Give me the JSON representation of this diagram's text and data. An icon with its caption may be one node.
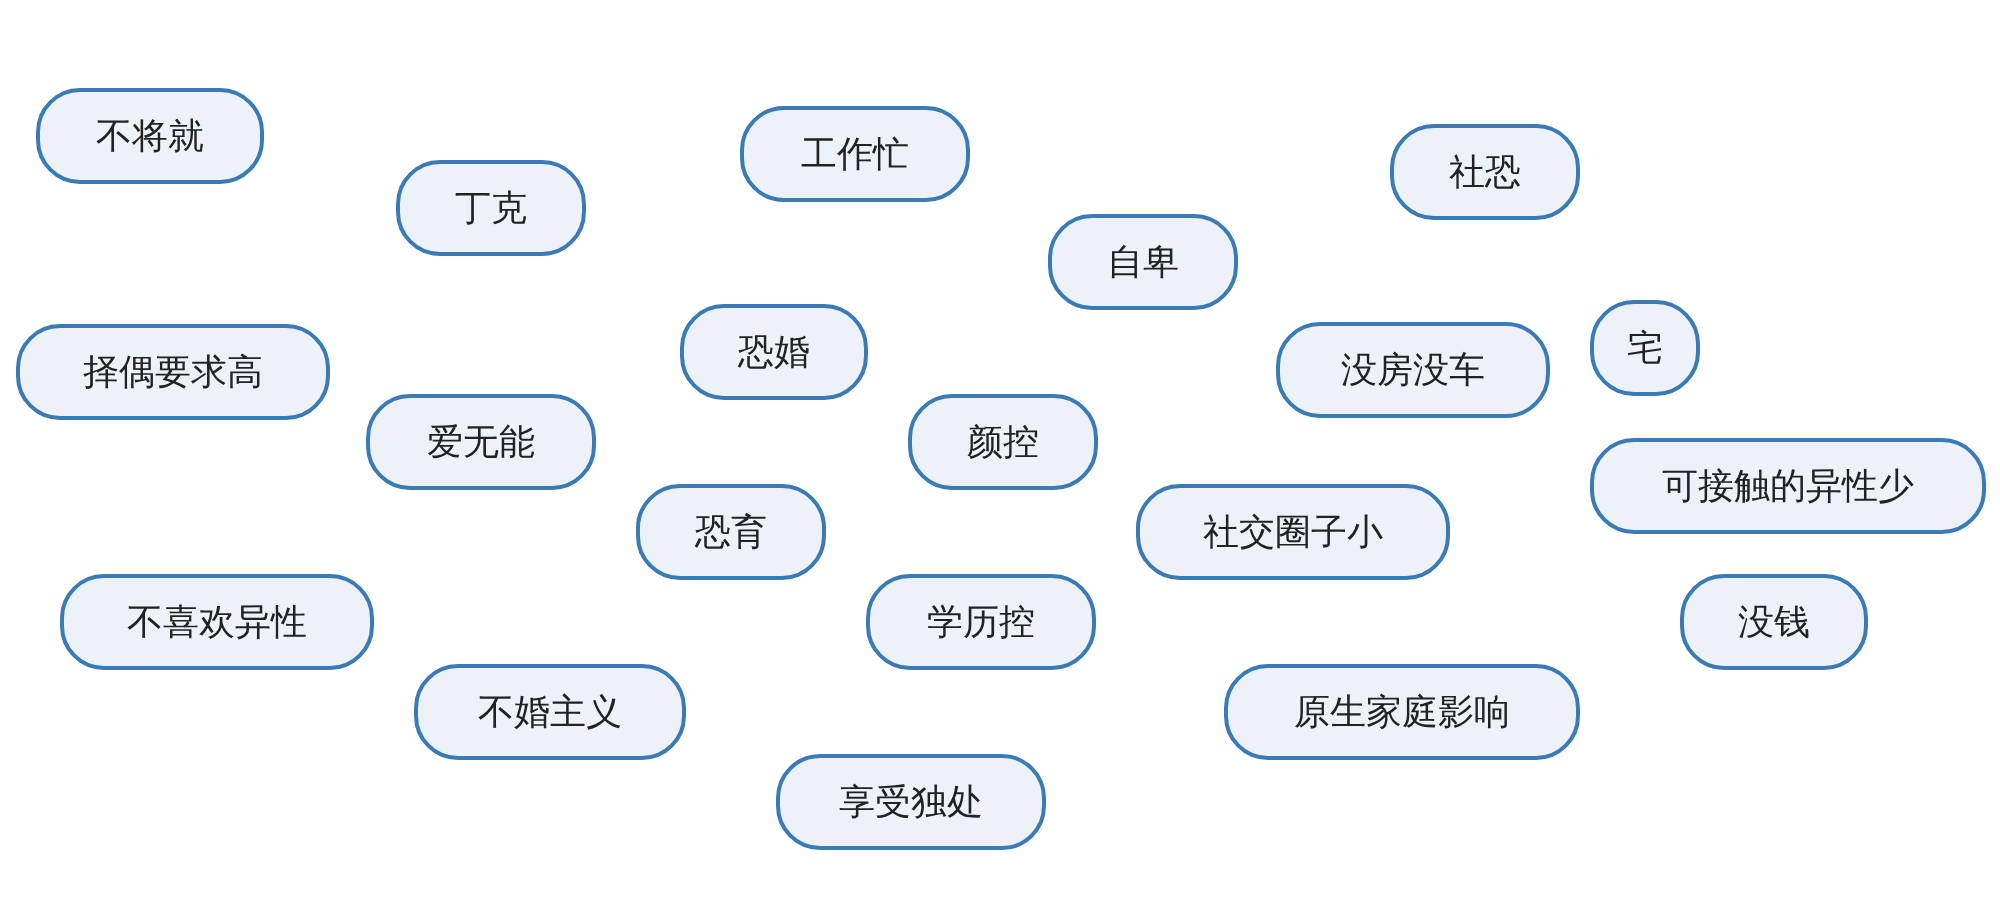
{
  "diagram": {
    "nodes": [
      {
        "text": [
          "不将就"
        ]
      },
      {
        "text": [
          "工作忙"
        ]
      },
      {
        "text": [
          "社恐"
        ]
      },
      {
        "text": [
          "丁克"
        ]
      },
      {
        "text": [
          "自卑"
        ]
      },
      {
        "text": [
          "恐婚"
        ]
      },
      {
        "text": [
          "宅"
        ]
      },
      {
        "text": [
          "择偶要求高"
        ]
      },
      {
        "text": [
          "没房没车"
        ]
      },
      {
        "text": [
          "爱无能"
        ]
      },
      {
        "text": [
          "颜控"
        ]
      },
      {
        "text": [
          "可接触的异性少"
        ]
      },
      {
        "text": [
          "恐育"
        ]
      },
      {
        "text": [
          "社交圈子小"
        ]
      },
      {
        "text": [
          "不喜欢异性"
        ]
      },
      {
        "text": [
          "学历控"
        ]
      },
      {
        "text": [
          "没钱"
        ]
      },
      {
        "text": [
          "不婚主义"
        ]
      },
      {
        "text": [
          "原生家庭影响"
        ]
      },
      {
        "text": [
          "享受独处"
        ]
      }
    ]
  }
}
